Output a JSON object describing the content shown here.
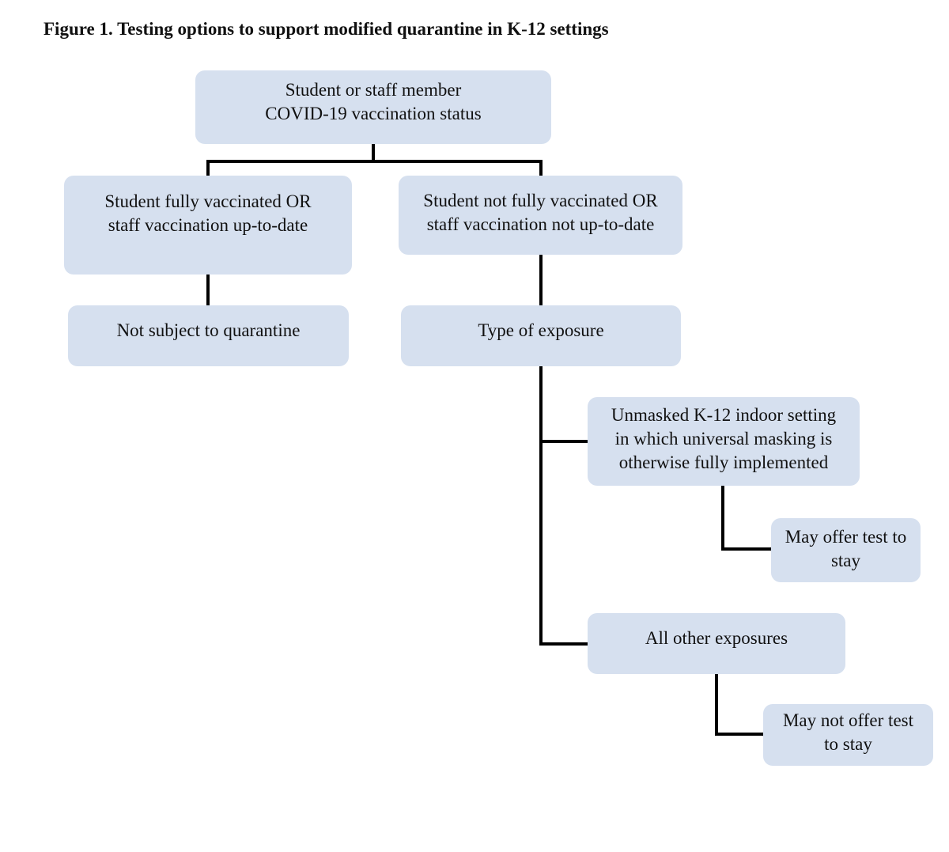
{
  "figure": {
    "title": "Figure 1. Testing options to support modified quarantine in K-12 settings"
  },
  "nodes": {
    "root": {
      "lines": [
        "Student or staff member",
        "COVID-19 vaccination status"
      ]
    },
    "vaccinated": {
      "lines": [
        "Student fully vaccinated OR",
        "staff vaccination up-to-date"
      ]
    },
    "not_vaccinated": {
      "lines": [
        "Student not fully vaccinated OR",
        "staff vaccination not up-to-date"
      ]
    },
    "no_quarantine": {
      "lines": [
        "Not subject to quarantine"
      ]
    },
    "exposure_type": {
      "lines": [
        "Type of exposure"
      ]
    },
    "unmasked_setting": {
      "lines": [
        "Unmasked K-12 indoor setting",
        "in which universal masking is",
        "otherwise fully implemented"
      ]
    },
    "may_offer": {
      "lines": [
        "May offer test to",
        "stay"
      ]
    },
    "other_exposures": {
      "lines": [
        "All other exposures"
      ]
    },
    "may_not_offer": {
      "lines": [
        "May not offer test",
        "to stay"
      ]
    }
  }
}
